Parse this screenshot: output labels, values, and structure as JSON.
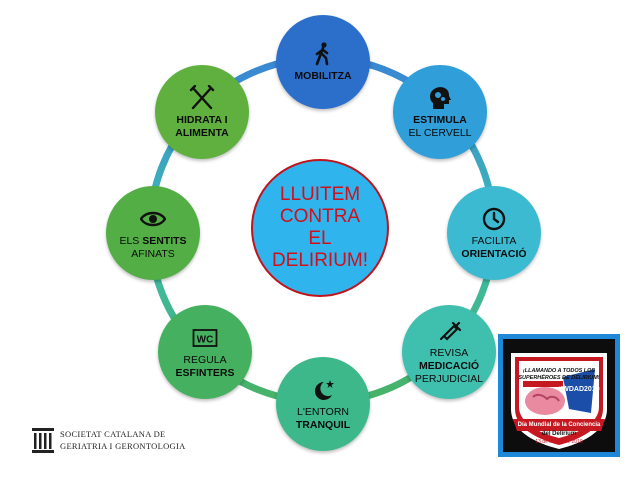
{
  "center": {
    "lines": [
      "LLUITEM",
      "CONTRA",
      "EL",
      "DELIRIUM!"
    ]
  },
  "nodes": [
    {
      "icon": "walking-person-icon",
      "color": "#2b6fcb",
      "line1": "MOBILITZA",
      "line2": ""
    },
    {
      "icon": "head-gears-icon",
      "color": "#2f9ed9",
      "line1": "ESTIMULA",
      "line2": "EL CERVELL"
    },
    {
      "icon": "clock-icon",
      "color": "#3cbad1",
      "line1": "FACILITA",
      "line2": "ORIENTACIÓ"
    },
    {
      "icon": "syringe-icon",
      "color": "#3fbfae",
      "line1": "REVISA",
      "line2": "MEDICACIÓ",
      "line3": "PERJUDICIAL"
    },
    {
      "icon": "moon-star-icon",
      "color": "#3db88a",
      "line1": "L'ENTORN",
      "line2": "TRANQUIL"
    },
    {
      "icon": "wc-icon",
      "color": "#45b160",
      "line1": "REGULA",
      "line2": "ESFINTERS"
    },
    {
      "icon": "eye-icon",
      "color": "#52ae45",
      "line1": "ELS SENTITS",
      "line2": "AFINATS"
    },
    {
      "icon": "fork-knife-icon",
      "color": "#5fb03f",
      "line1": "HIDRATA I",
      "line2": "ALIMENTA"
    }
  ],
  "footer_logo": {
    "line1": "SOCIETAT CATALANA DE",
    "line2": "GERIATRIA I GERONTOLOGIA"
  },
  "badge": {
    "top_text": "¡LLAMANDO A TODOS LOS SUPERHÉROES DE DELIRIUM!",
    "hashtag": "#WDAD2019",
    "banner": "Día Mundial de la Conciencia del Delirium",
    "date": "13 de Marzo de 2019"
  },
  "colors": {
    "ring_start": "#2f6fce",
    "ring_end": "#4fae3f",
    "center_fill": "#2fb4ee",
    "center_text": "#d0101a"
  }
}
